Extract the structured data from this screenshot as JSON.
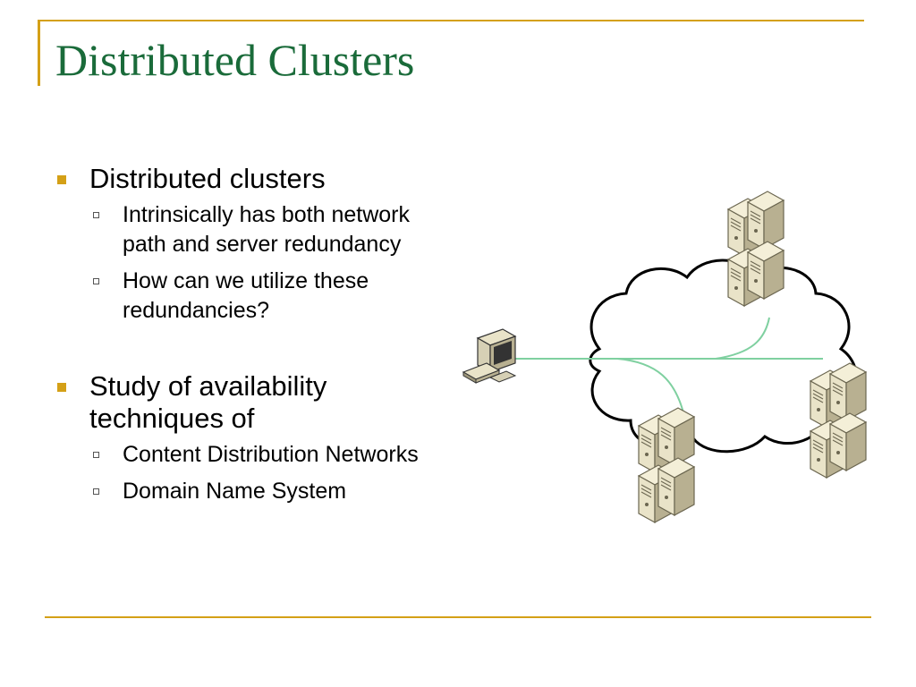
{
  "slide": {
    "title": "Distributed Clusters",
    "bullets": [
      {
        "text": "Distributed clusters",
        "sub": [
          "Intrinsically has both network path and server redundancy",
          "How can we utilize these redundancies?"
        ]
      },
      {
        "text": "Study of availability techniques of",
        "sub": [
          "Content Distribution Networks",
          "Domain Name System"
        ]
      }
    ]
  },
  "colors": {
    "title": "#1a6b3a",
    "accent": "#d4a017",
    "link_line": "#7fd0a0",
    "server_body": "#e9e3c8",
    "server_shadow": "#b8b091"
  },
  "diagram": {
    "icons": [
      "cloud-icon",
      "workstation-icon",
      "server-cluster-icon"
    ]
  }
}
